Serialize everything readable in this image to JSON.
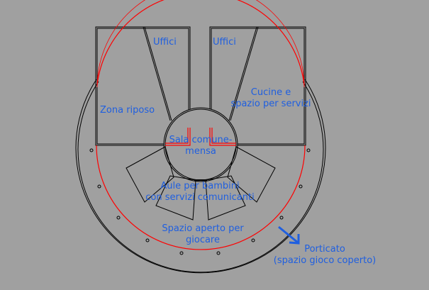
{
  "diagram": {
    "type": "floor-plan",
    "colors": {
      "background": "#a0a0a0",
      "walls": "#000000",
      "boundary": "#ff0000",
      "labels": "#1f5fe0"
    },
    "labels": {
      "uffici_left": "Uffici",
      "uffici_right": "Uffici",
      "zona_riposo": "Zona riposo",
      "cucine_line1": "Cucine e",
      "cucine_line2": "spazio per servizi",
      "sala_line1": "Sala comune-",
      "sala_line2": "mensa",
      "aule_line1": "Aule per bambini",
      "aule_line2": "con servizi comunicanti",
      "spazio_line1": "Spazio aperto per",
      "spazio_line2": "giocare",
      "porticato_line1": "Porticato",
      "porticato_line2": "(spazio gioco coperto)"
    }
  }
}
